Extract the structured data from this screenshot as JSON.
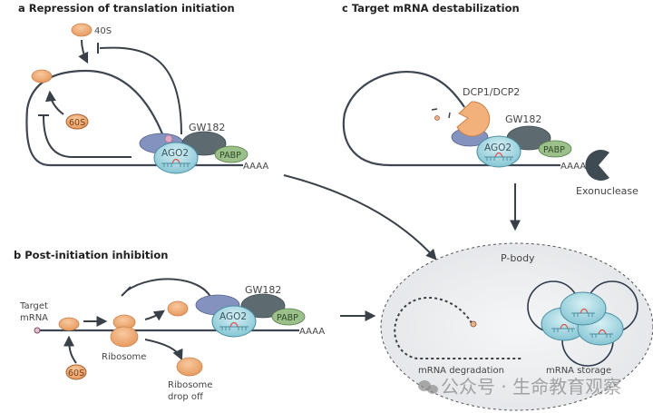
{
  "colors": {
    "ribosome": "#f2b07a",
    "ribosome_stroke": "#c8824e",
    "ago2": "#a9d8e2",
    "ago2_stroke": "#4a8ea0",
    "gw182": "#5d6b70",
    "pabp": "#9cc08a",
    "pabp_stroke": "#587e4a",
    "blue_partner": "#8492bf",
    "exonuclease": "#3e4b52",
    "pbody_fill": "#eceef0",
    "seed_red": "#d9534f"
  },
  "panels": {
    "a": {
      "title": "a  Repression of translation initiation",
      "labels": {
        "s40": "40S",
        "s60": "60S",
        "gw182": "GW182",
        "ago2": "AGO2",
        "pabp": "PABP",
        "polya": "AAAA"
      }
    },
    "b": {
      "title": "b  Post-initiation inhibition",
      "labels": {
        "target_line1": "Target",
        "target_line2": "mRNA",
        "ribosome": "Ribosome",
        "s60": "60S",
        "dropoff_line1": "Ribosome",
        "dropoff_line2": "drop off",
        "gw182": "GW182",
        "ago2": "AGO2",
        "pabp": "PABP",
        "polya": "AAAA"
      }
    },
    "c": {
      "title": "c  Target mRNA destabilization",
      "labels": {
        "decap": "DCP1/DCP2",
        "gw182": "GW182",
        "ago2": "AGO2",
        "pabp": "PABP",
        "polya": "AAAA",
        "exonuclease": "Exonuclease"
      }
    },
    "pbody": {
      "title": "P-body",
      "degradation": "mRNA degradation",
      "storage": "mRNA storage"
    }
  },
  "watermark": "公众号 · 生命教育观察"
}
